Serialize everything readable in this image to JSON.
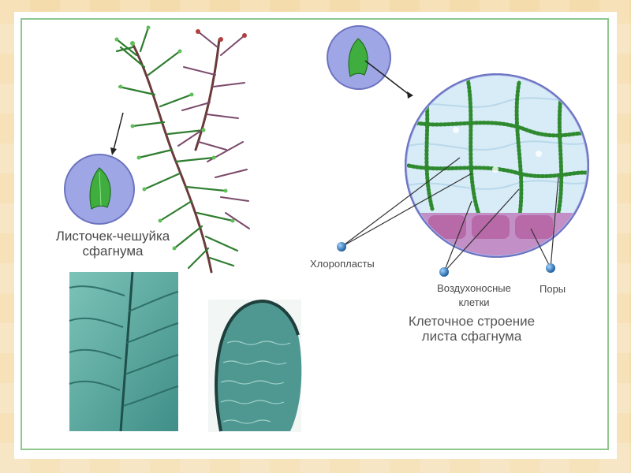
{
  "labels": {
    "leaf_scale_line1": "Листочек-чешуйка",
    "leaf_scale_line2": "сфагнума",
    "chloroplasts": "Хлоропласты",
    "air_cells_line1": "Воздухоносные",
    "air_cells_line2": "клетки",
    "pores": "Поры",
    "leaf_structure_line1": "Клеточное строение",
    "leaf_structure_line2": "листа сфагнума"
  },
  "colors": {
    "frame": "#8fc78f",
    "background": "#f4dcac",
    "circle_fill": "#9fa6e6",
    "leaf_green": "#3fae3f",
    "cells_fill": "#d7ecf7",
    "chloroplast_chain": "#2f8a2f",
    "pore_purple": "#b86aa8",
    "pointer_dot": "#2a7fc0",
    "micrograph_teal": "#5aa9a1"
  }
}
